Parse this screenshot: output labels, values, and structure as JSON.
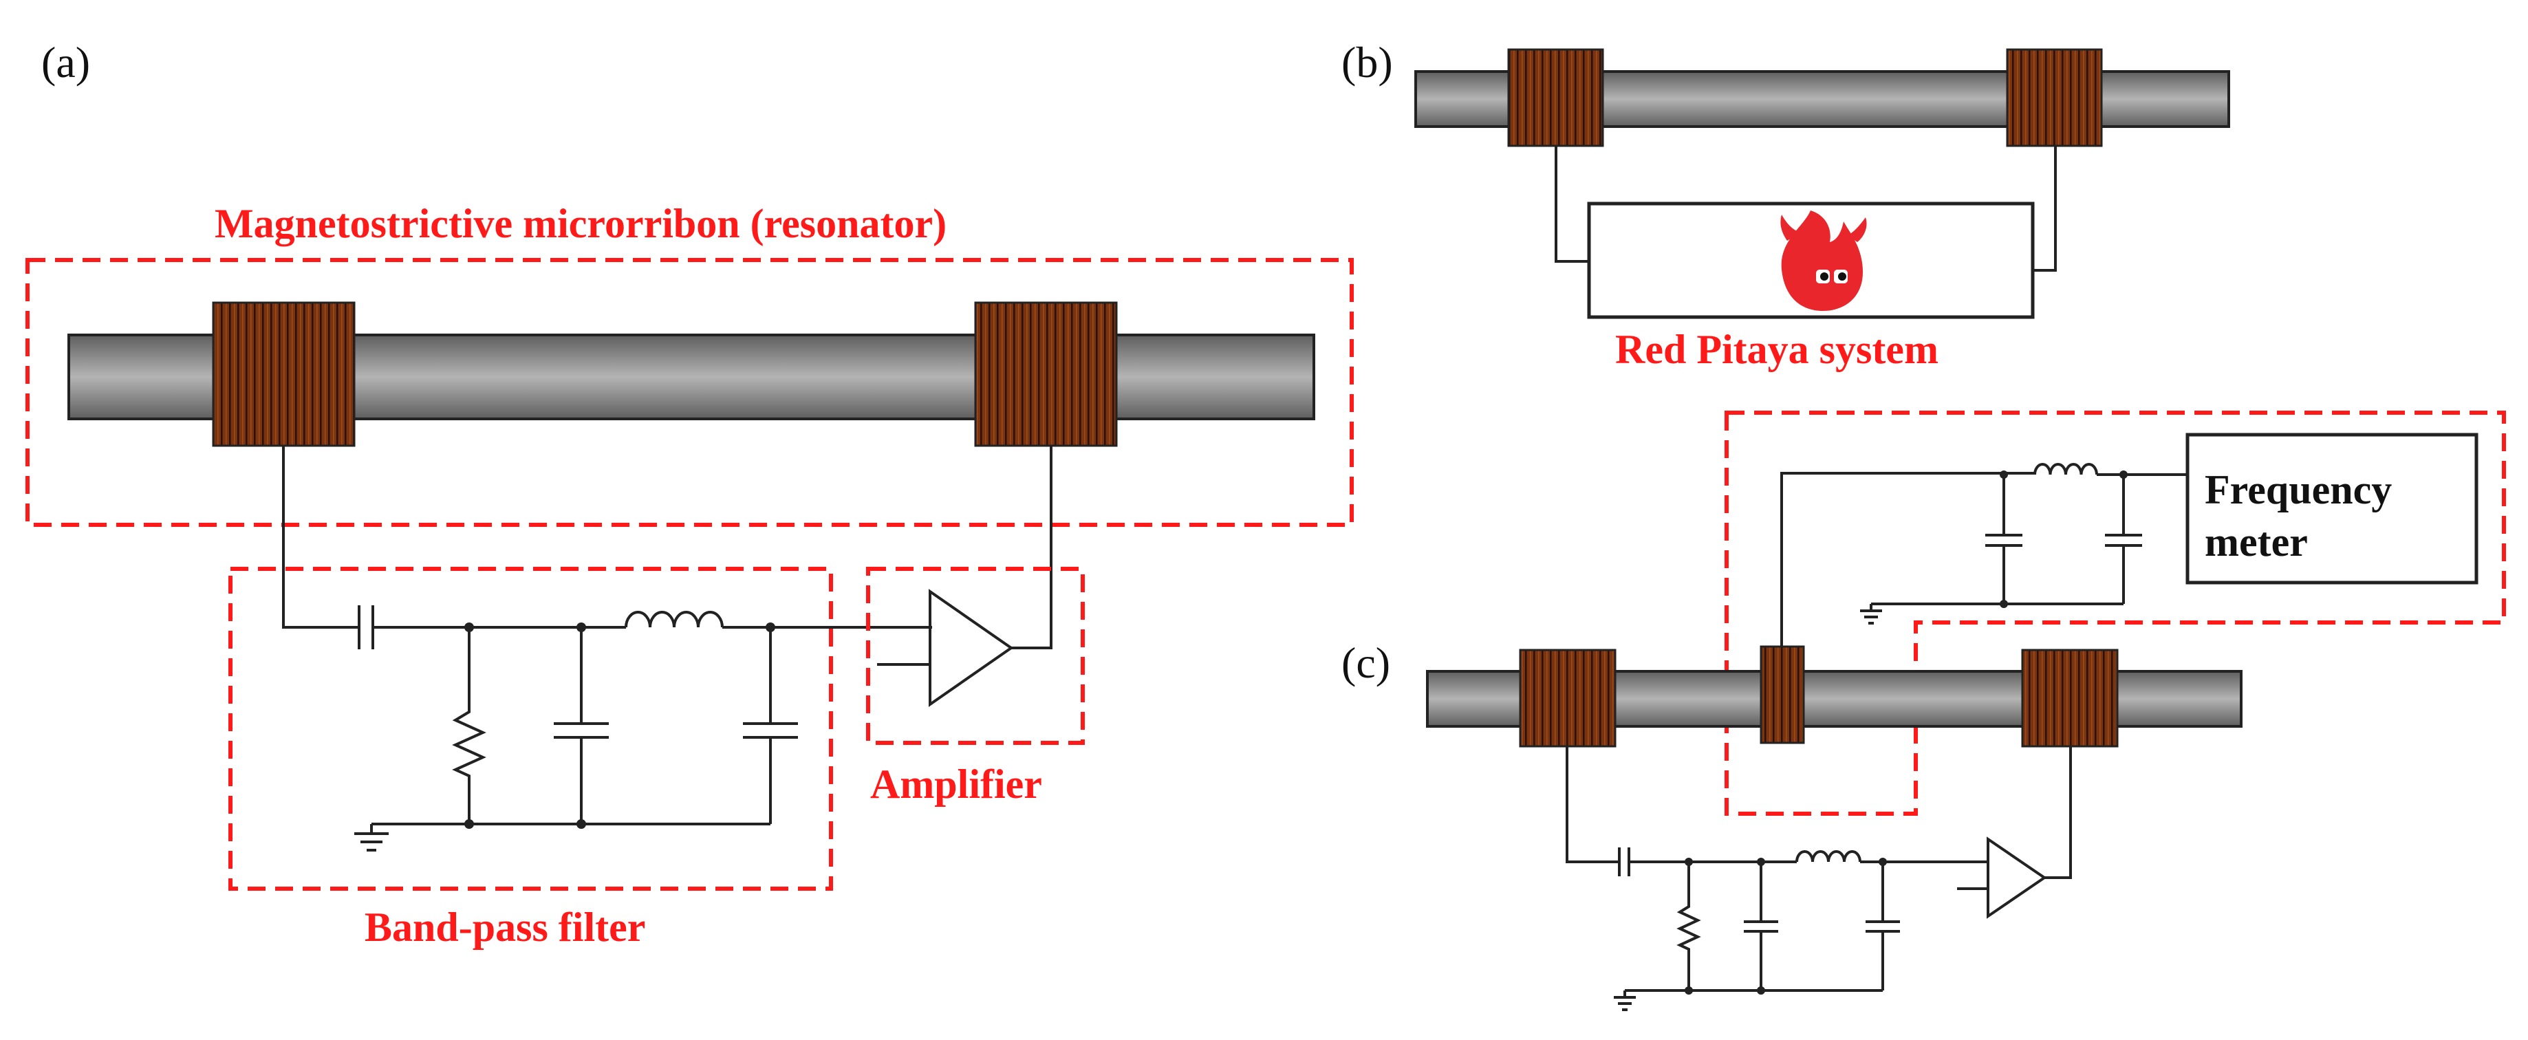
{
  "labels": {
    "panel_a": "(a)",
    "panel_b": "(b)",
    "panel_c": "(c)",
    "resonator": "Magnetostrictive microrribon (resonator)",
    "band_pass": "Band-pass filter",
    "amplifier": "Amplifier",
    "red_pitaya": "Red Pitaya system",
    "freq_meter_line1": "Frequency",
    "freq_meter_line2": "meter"
  },
  "colors": {
    "annotation_red": "#ff1a1a",
    "coil_brown": "#7a3410",
    "ribbon_gray": "#8a8a8a",
    "wire": "#222222",
    "logo_red": "#e8262c"
  },
  "icons": [
    "red-pitaya-logo-icon"
  ]
}
